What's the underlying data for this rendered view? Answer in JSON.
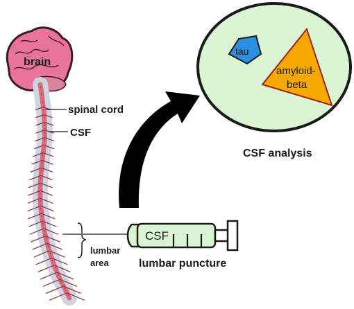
{
  "labels": {
    "brain": "brain",
    "spinal_cord": "spinal cord",
    "csf": "CSF",
    "lumbar_area_line1": "lumbar",
    "lumbar_area_line2": "area",
    "lumbar_puncture": "lumbar puncture",
    "syringe_label": "CSF",
    "csf_analysis": "CSF analysis",
    "tau": "tau",
    "amyloid_line1": "amyloid-",
    "amyloid_line2": "beta"
  },
  "colors": {
    "brain": "#e8749a",
    "brain_outline": "#3a1a2a",
    "spinal_cord": "#d96b7e",
    "vertebra": "#cfd4e2",
    "nerve": "#8a3a3a",
    "csf_fluid": "#d9f5d4",
    "circle_fill": "#d9f5d4",
    "tau": "#2b8fe0",
    "amyloid": "#f4a800",
    "arrow": "#000000"
  }
}
